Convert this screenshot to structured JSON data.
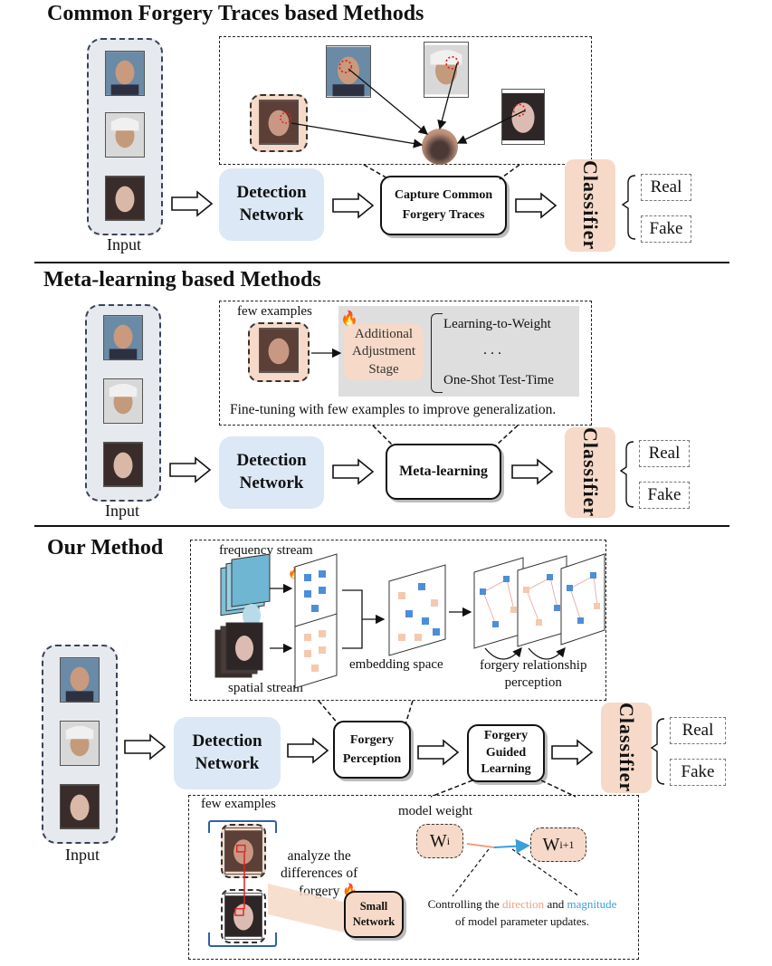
{
  "sections": {
    "s1": {
      "title": "Common Forgery Traces based Methods",
      "input_label": "Input",
      "detection": "Detection\nNetwork",
      "capture": "Capture Common\nForgery Traces",
      "classifier": "Classifier",
      "real": "Real",
      "fake": "Fake"
    },
    "s2": {
      "title": "Meta-learning based Methods",
      "input_label": "Input",
      "few_examples": "few examples",
      "adjust": "Additional\nAdjustment\nStage",
      "learning_to_weight": "Learning-to-Weight",
      "dots": ". . .",
      "one_shot": "One-Shot Test-Time",
      "finetune": "Fine-tuning with few examples to improve generalization.",
      "detection": "Detection\nNetwork",
      "meta": "Meta-learning",
      "classifier": "Classifier",
      "real": "Real",
      "fake": "Fake"
    },
    "s3": {
      "title": "Our Method",
      "input_label": "Input",
      "frequency_stream": "frequency stream",
      "spatial_stream": "spatial stream",
      "embedding_space": "embedding space",
      "relationship": "forgery relationship\nperception",
      "detection": "Detection\nNetwork",
      "perception": "Forgery\nPerception",
      "guided": "Forgery\nGuided\nLearning",
      "classifier": "Classifier",
      "real": "Real",
      "fake": "Fake",
      "few_examples": "few examples",
      "analyze": "analyze the\ndifferences of\nforgery",
      "small_network": "Small\nNetwork",
      "model_weight": "model weight",
      "w_i": "W",
      "w_i_sub": "i",
      "w_i1": "W",
      "w_i1_sub": "i+1",
      "control_pre": "Controlling the ",
      "control_direction": "direction",
      "control_mid": " and ",
      "control_magnitude": "magnitude",
      "control_post": "of model parameter updates."
    }
  },
  "colors": {
    "peach": "#f6d9c8",
    "detection_blue": "#dce8f5",
    "direction_orange": "#f0a080",
    "magnitude_blue": "#3aa0d8",
    "frame_blue": "#2e62a8"
  },
  "icons": [
    "fire-icon",
    "face-thumbnail",
    "hollow-arrow-icon"
  ]
}
